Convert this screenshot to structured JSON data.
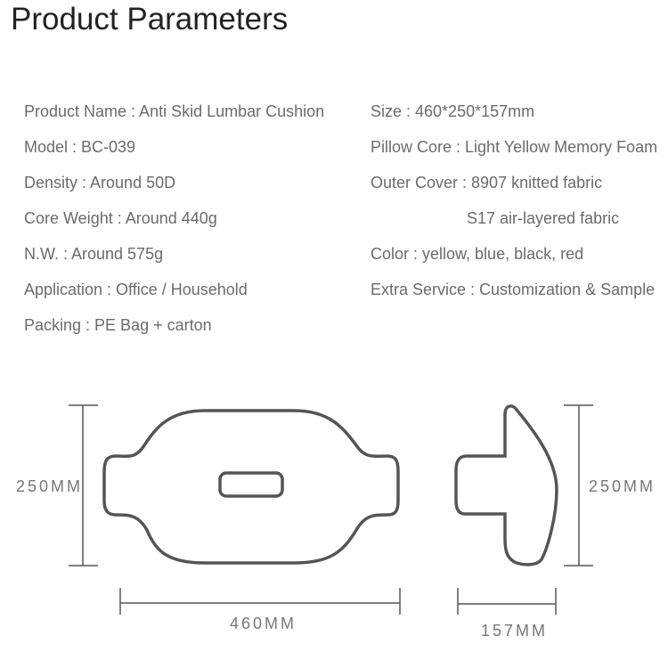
{
  "title": "Product Parameters",
  "left_params": [
    "Product Name :  Anti Skid Lumbar Cushion",
    "Model : BC-039",
    "Density : Around 50D",
    "Core Weight :  Around 440g",
    "N.W. :   Around 575g",
    "Application : Office / Household",
    "Packing :  PE Bag + carton"
  ],
  "right_params": [
    "Size : 460*250*157mm",
    "Pillow Core : Light Yellow Memory Foam",
    "Outer Cover : 8907 knitted fabric",
    "S17 air-layered fabric",
    "Color : yellow, blue, black, red",
    "Extra Service : Customization & Sample"
  ],
  "dimensions": {
    "front_height": "250MM",
    "front_width": "460MM",
    "side_height": "250MM",
    "side_depth": "157MM"
  }
}
